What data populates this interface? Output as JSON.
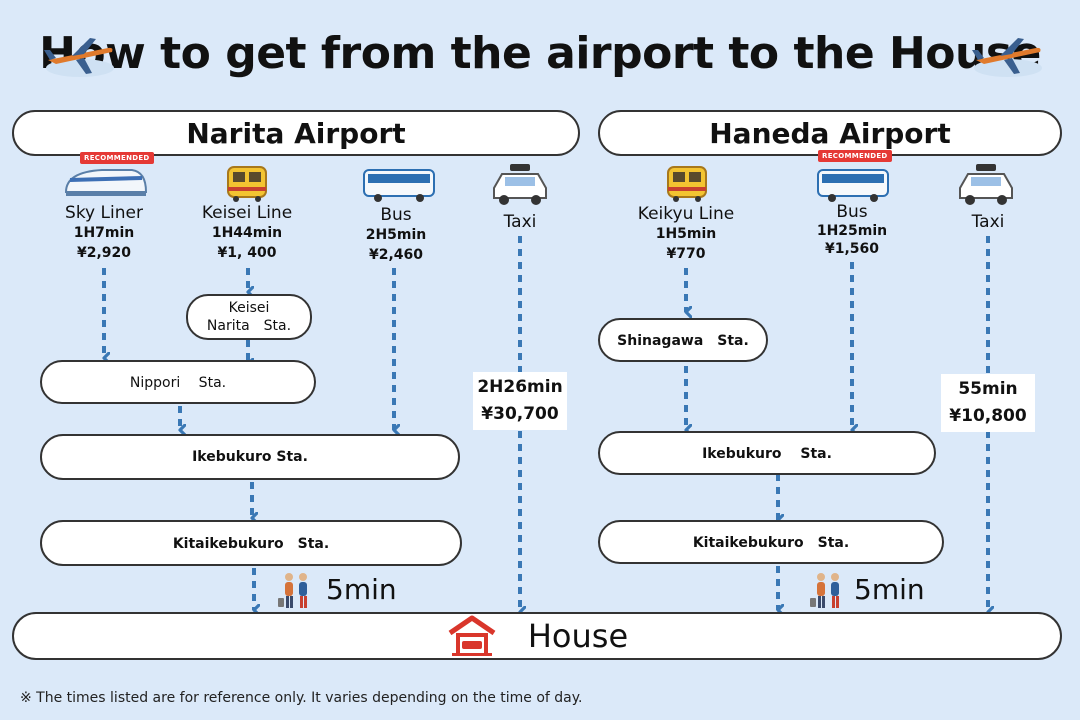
{
  "title": "How to get from the airport to the House",
  "narita": {
    "label": "Narita Airport",
    "modes": [
      {
        "name": "Sky Liner",
        "time": "1H7min",
        "price": "¥2,920",
        "badge": "RECOMMENDED"
      },
      {
        "name": "Keisei Line",
        "time": "1H44min",
        "price": "¥1, 400"
      },
      {
        "name": "Bus",
        "time": "2H5min",
        "price": "¥2,460"
      },
      {
        "name": "Taxi",
        "time": "2H26min",
        "price": "¥30,700"
      }
    ],
    "stations": {
      "keisei_narita": [
        "Keisei",
        "Narita　Sta."
      ],
      "nippori": "Nippori　 Sta.",
      "ikebukuro": "Ikebukuro Sta.",
      "kitaikebukuro": "Kitaikebukuro　Sta."
    },
    "walk": "5min"
  },
  "haneda": {
    "label": "Haneda Airport",
    "modes": [
      {
        "name": "Keikyu Line",
        "time": "1H5min",
        "price": "¥770"
      },
      {
        "name": "Bus",
        "time": "1H25min",
        "price": "¥1,560",
        "badge": "RECOMMENDED"
      },
      {
        "name": "Taxi",
        "time": "55min",
        "price": "¥10,800"
      }
    ],
    "stations": {
      "shinagawa": "Shinagawa　Sta.",
      "ikebukuro": "Ikebukuro　 Sta.",
      "kitaikebukuro": "Kitaikebukuro　Sta."
    },
    "walk": "5min"
  },
  "house": "House",
  "note": "※ The times listed are for reference only. It varies depending on the time of day.",
  "colors": {
    "arrow": "#3a78b5",
    "background": "#dbe9f9",
    "badge": "#e53935",
    "house": "#d9362b"
  }
}
